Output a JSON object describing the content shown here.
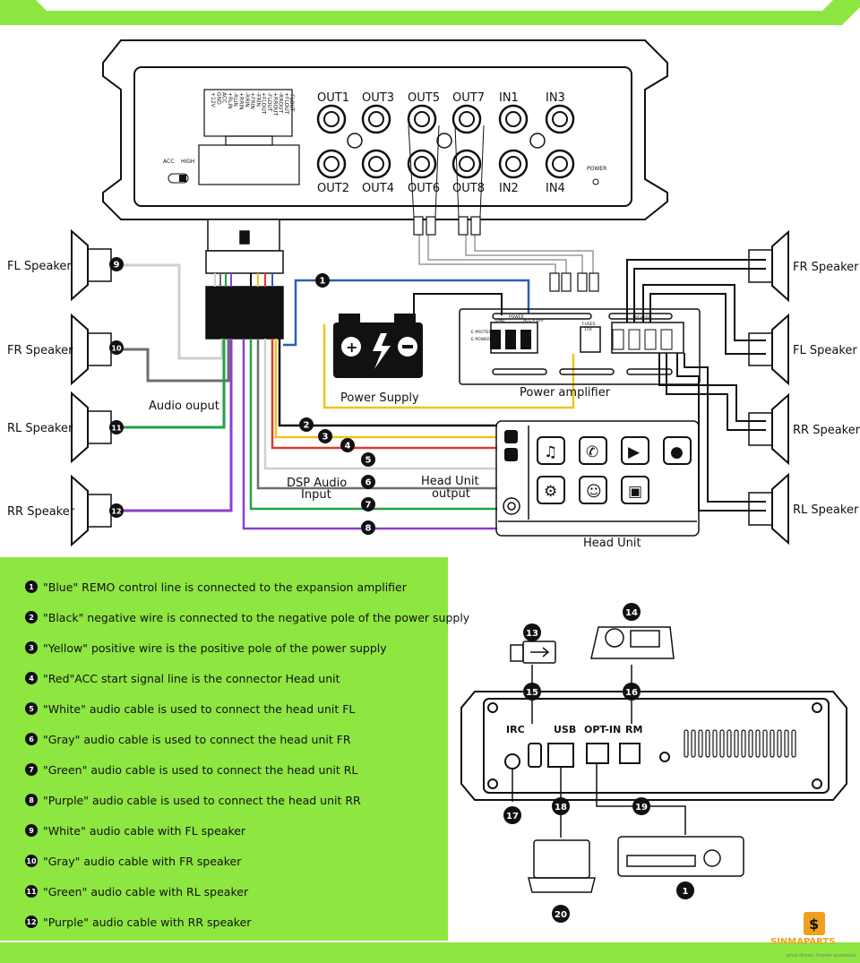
{
  "colors": {
    "accent_green": "#8ee641",
    "blue": "#2b5fb8",
    "black": "#111111",
    "yellow": "#f0c419",
    "red": "#e03a2f",
    "white_wire": "#cfcfcf",
    "gray_wire": "#6e6e6e",
    "green_wire": "#22a146",
    "purple_wire": "#8b3fd1",
    "brand_orange": "#f0a020"
  },
  "amp_top": {
    "ports": [
      "OUT1",
      "OUT3",
      "OUT5",
      "OUT7",
      "IN1",
      "IN3",
      "OUT2",
      "OUT4",
      "OUT6",
      "OUT8",
      "IN2",
      "IN4"
    ],
    "switch_labels": [
      "ACC",
      "HIGH"
    ],
    "power_label": "POWER",
    "terminal_pins": [
      "+12V",
      "GND",
      "ACC",
      "+RLIN",
      "-RLIN",
      "+RRIN",
      "-RRIN",
      "+FRIN",
      "-FRIN",
      "+FLOUT",
      "-FLOUT",
      "+RROUT",
      "-RROUT",
      "+FLOUT",
      "-FLOUT"
    ]
  },
  "speakers_left": [
    "FL Speaker",
    "FR Speaker",
    "RL Speaker",
    "RR Speaker"
  ],
  "speakers_right": [
    "FR Speaker",
    "FL Speaker",
    "RR Speaker",
    "RL Speaker"
  ],
  "labels": {
    "audio_output": "Audio ouput",
    "power_supply": "Power Supply",
    "power_amplifier": "Power amplifier",
    "dsp_audio_input_1": "DSP Audio",
    "dsp_audio_input_2": "Input",
    "head_unit_output_1": "Head Unit",
    "head_unit_output_2": "output",
    "head_unit": "Head Unit",
    "amp_small_labels": [
      "GND",
      "POWER",
      "ACC",
      "+12V",
      "E-PROTECT",
      "E-POWER",
      "FUSES",
      "15A",
      "SPEAKER"
    ]
  },
  "wire_numbers": [
    "1",
    "2",
    "3",
    "4",
    "5",
    "6",
    "7",
    "8",
    "9",
    "10",
    "11",
    "12"
  ],
  "legend": [
    {
      "num": "1",
      "text": "\"Blue\" REMO control line is connected to the expansion amplifier"
    },
    {
      "num": "2",
      "text": "\"Black\" negative wire is connected to the negative pole of the power supply"
    },
    {
      "num": "3",
      "text": "\"Yellow\" positive wire is the positive pole of the power supply"
    },
    {
      "num": "4",
      "text": "\"Red\"ACC start signal line is the connector Head unit"
    },
    {
      "num": "5",
      "text": "\"White\" audio cable is used to connect the head unit FL"
    },
    {
      "num": "6",
      "text": "\"Gray\" audio cable is used to connect the head unit FR"
    },
    {
      "num": "7",
      "text": "\"Green\" audio cable is used to connect the head unit RL"
    },
    {
      "num": "8",
      "text": "\"Purple\" audio cable is used to connect the head unit RR"
    },
    {
      "num": "9",
      "text": "\"White\" audio cable with FL speaker"
    },
    {
      "num": "10",
      "text": "\"Gray\" audio cable with FR speaker"
    },
    {
      "num": "11",
      "text": "\"Green\" audio cable with RL speaker"
    },
    {
      "num": "12",
      "text": "\"Purple\" audio cable with RR speaker"
    }
  ],
  "back_panel": {
    "port_labels": [
      "IRC",
      "USB",
      "OPT-IN",
      "RM"
    ],
    "callouts": [
      "13",
      "14",
      "15",
      "16",
      "17",
      "18",
      "19",
      "20",
      "1"
    ]
  },
  "brand": {
    "name": "SINMAPARTS",
    "tagline": "price driven, forever accessory",
    "icon": "dollar-s-icon"
  },
  "icons": [
    "speaker-icon",
    "battery-icon",
    "usb-stick-icon",
    "remote-knob-icon",
    "laptop-icon",
    "car-radio-icon",
    "music-icon",
    "phone-icon",
    "play-icon",
    "chat-icon",
    "settings-icon",
    "contacts-icon",
    "book-icon"
  ]
}
